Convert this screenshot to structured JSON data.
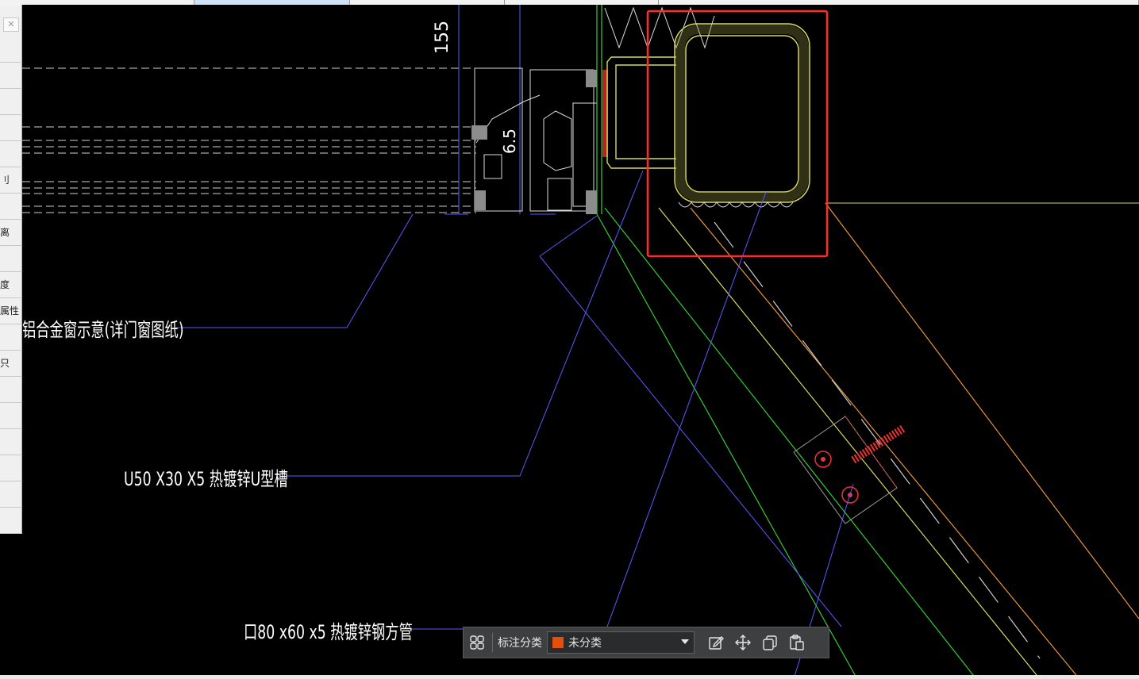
{
  "sidebar": {
    "items": [
      {
        "label": ""
      },
      {
        "label": ""
      },
      {
        "label": ""
      },
      {
        "label": ""
      },
      {
        "label": ""
      },
      {
        "label": "刂"
      },
      {
        "label": ""
      },
      {
        "label": "离"
      },
      {
        "label": ""
      },
      {
        "label": "度"
      },
      {
        "label": "属性"
      },
      {
        "label": ""
      },
      {
        "label": "只"
      },
      {
        "label": ""
      },
      {
        "label": ""
      },
      {
        "label": ""
      },
      {
        "label": ""
      },
      {
        "label": ""
      },
      {
        "label": ""
      }
    ]
  },
  "drawing": {
    "dim_155": "155",
    "dim_65": "6.5",
    "annotations": {
      "window": "铝合金窗示意(详门窗图纸)",
      "u_channel": "U50 X30 X5 热镀锌U型槽",
      "steel_tube": "口80 x60 x5 热镀锌钢方管"
    }
  },
  "toolbar": {
    "label": "标注分类",
    "category_value": "未分类",
    "category_color": "#e2500e",
    "icons": [
      "grid-icon",
      "edit-icon",
      "move-icon",
      "copy-icon",
      "paste-icon"
    ]
  },
  "colors": {
    "background": "#000000",
    "highlight_box": "#ff2a2a",
    "leader_line": "#5a5aff",
    "yellow_line": "#d8d860",
    "green_line": "#33cc33",
    "orange_line": "#e8963c"
  }
}
